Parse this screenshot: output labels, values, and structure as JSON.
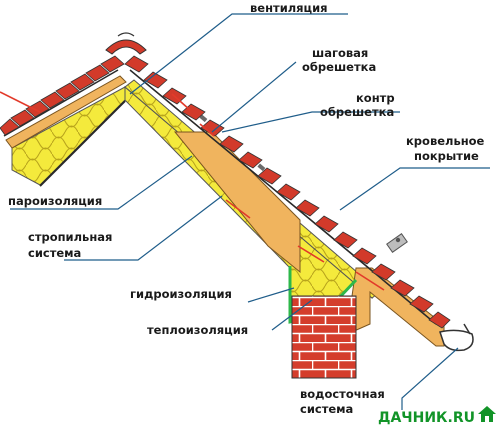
{
  "labels": {
    "ventilation": "вентиляция",
    "step_batten_1": "шаговая",
    "step_batten_2": "обрешетка",
    "counter_batten_1": "контр",
    "counter_batten_2": "обрешетка",
    "roof_cover_1": "кровельное",
    "roof_cover_2": "покрытие",
    "vapor_barrier": "пароизоляция",
    "rafter_1": "стропильная",
    "rafter_2": "система",
    "waterproofing": "гидроизоляция",
    "insulation": "теплоизоляция",
    "drainage_1": "водосточная",
    "drainage_2": "система"
  },
  "brand": {
    "text": "ДАЧНИК.RU"
  },
  "colors": {
    "insulation": "#f4ea3c",
    "rafter_wood": "#f0b45e",
    "roof_tile": "#d23a2a",
    "brick": "#d43d2c",
    "waterproofing_line": "#2db84a",
    "leader_line": "#1f5d8a",
    "accent_red_line": "#e23a2a",
    "brand_green": "#129428"
  }
}
